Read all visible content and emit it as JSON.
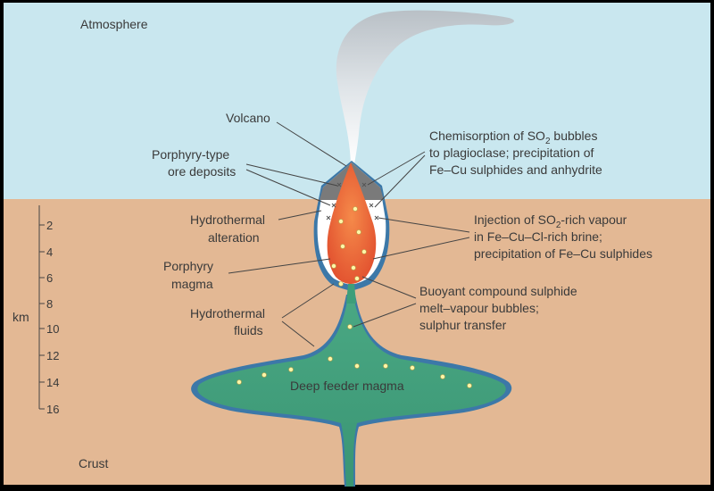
{
  "labels": {
    "atmosphere": "Atmosphere",
    "crust": "Crust",
    "volcano": "Volcano",
    "porphyry_deposits_1": "Porphyry-type",
    "porphyry_deposits_2": "ore deposits",
    "hydrothermal_alteration_1": "Hydrothermal",
    "hydrothermal_alteration_2": "alteration",
    "porphyry_magma_1": "Porphyry",
    "porphyry_magma_2": "magma",
    "hydrothermal_fluids_1": "Hydrothermal",
    "hydrothermal_fluids_2": "fluids",
    "deep_feeder_magma": "Deep feeder magma",
    "chemisorption_1a": "Chemisorption of SO",
    "chemisorption_1sub": "2",
    "chemisorption_1b": " bubbles",
    "chemisorption_2": "to plagioclase; precipitation of",
    "chemisorption_3": "Fe–Cu sulphides and anhydrite",
    "injection_1a": "Injection of SO",
    "injection_1sub": "2",
    "injection_1b": "-rich vapour",
    "injection_2": "in Fe–Cu–Cl-rich brine;",
    "injection_3": "precipitation of Fe–Cu sulphides",
    "buoyant_1": "Buoyant compound sulphide",
    "buoyant_2": "melt–vapour bubbles;",
    "buoyant_3": "sulphur transfer"
  },
  "depth_axis": {
    "unit_label": "km",
    "ticks": [
      "2",
      "4",
      "6",
      "8",
      "10",
      "12",
      "14",
      "16"
    ]
  },
  "colors": {
    "sky": "#c9e7ef",
    "crust": "#e3b894",
    "feeder_magma": "#3e9e7a",
    "porphyry_magma": "#e8623a",
    "alteration": "#ffffff",
    "deposits": "#7a7a7a",
    "rim": "#3c78a8",
    "bubbles": "#fff6a8"
  }
}
